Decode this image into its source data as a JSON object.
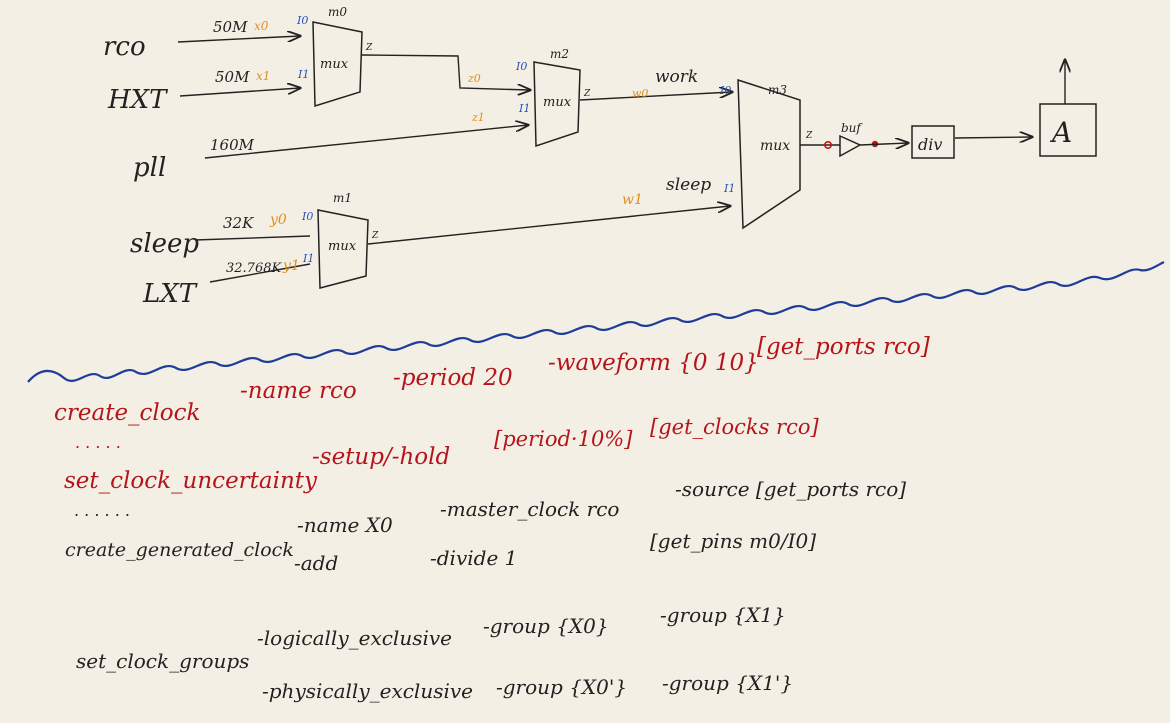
{
  "sources": {
    "rco": "rco",
    "hxt": "HXT",
    "pll": "pll",
    "sleep": "sleep",
    "lxt": "LXT"
  },
  "freqs": {
    "rco": "50M",
    "hxt": "50M",
    "pll": "160M",
    "sleep": "32K",
    "lxt": "32.768K"
  },
  "pin_labels": {
    "x0": "x0",
    "x1": "x1",
    "y0": "y0",
    "y1": "y1",
    "z0": "z0",
    "z1": "z1",
    "w0": "w0",
    "w1": "w1",
    "I0": "I0",
    "I1": "I1",
    "Z": "Z"
  },
  "muxes": {
    "m0": {
      "name": "m0",
      "label": "mux"
    },
    "m1": {
      "name": "m1",
      "label": "mux"
    },
    "m2": {
      "name": "m2",
      "label": "mux"
    },
    "m3": {
      "name": "m3",
      "label": "mux"
    }
  },
  "wire_labels": {
    "work": "work",
    "sleep": "sleep"
  },
  "blocks": {
    "buf": "buf",
    "div": "div",
    "A": "A"
  },
  "commands": {
    "line1a": "create_clock",
    "line1b": "-name rco",
    "line1c": "-period 20",
    "line1d": "-waveform {0 10}",
    "line1e": "[get_ports rco]",
    "dots1": ". . . . .",
    "line2a": "set_clock_uncertainty",
    "line2b": "-setup/-hold",
    "line2c": "[period·10%]",
    "line2d": "[get_clocks rco]",
    "dots2": ". . . . . .",
    "line3a": "create_generated_clock",
    "line3b": "-name X0",
    "line3c": "-master_clock rco",
    "line3d": "-source [get_ports rco]",
    "line4a": "-add",
    "line4b": "-divide 1",
    "line4c": "[get_pins m0/I0]",
    "line5a": "set_clock_groups",
    "line5b": "-logically_exclusive",
    "line5c": "-group {X0}",
    "line5d": "-group {X1}",
    "line6a": "-physically_exclusive",
    "line6b": "-group {X0'}",
    "line6c": "-group {X1'}"
  }
}
